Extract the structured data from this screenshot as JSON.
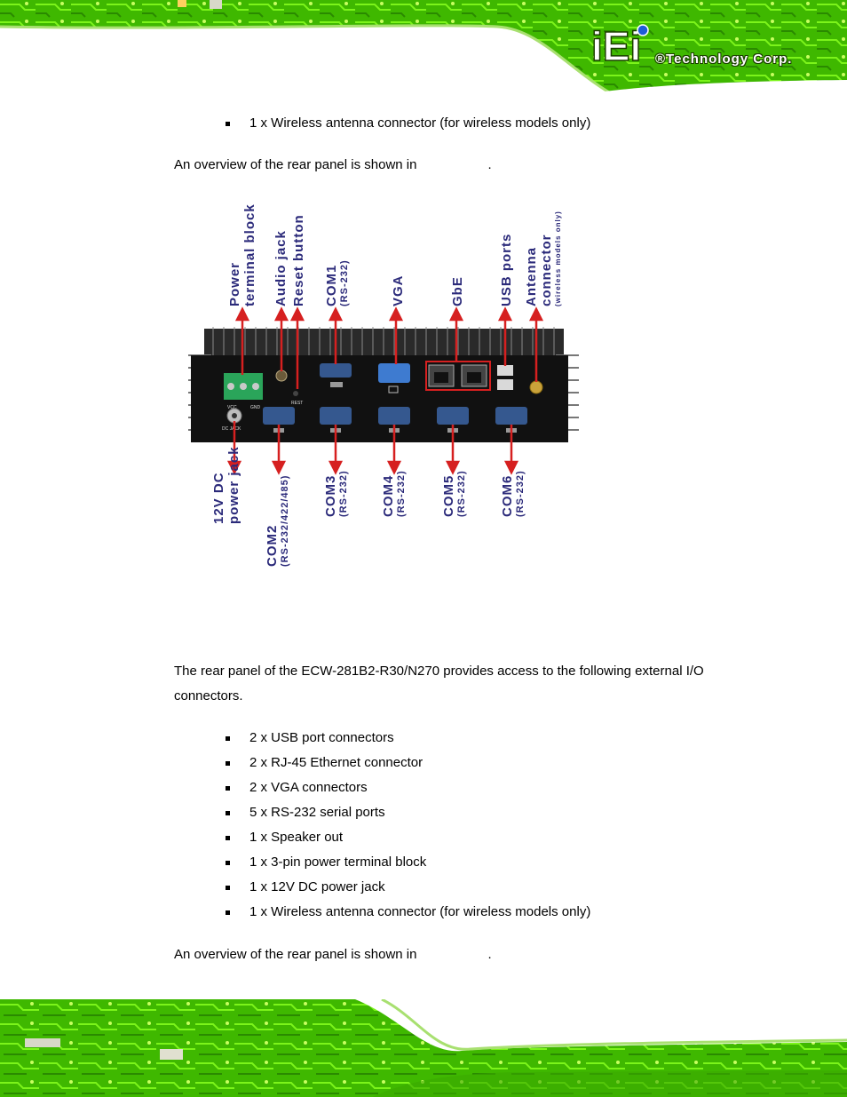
{
  "header": {
    "logo_text": "iEi",
    "company": "®Technology Corp."
  },
  "section1": {
    "bullets": [
      "1 x Wireless antenna connector (for wireless models only)"
    ],
    "overview": "An overview of the rear panel is shown in",
    "overview_end": "."
  },
  "figure": {
    "top_labels": [
      {
        "id": "power-terminal",
        "lines": [
          "Power",
          "terminal block"
        ]
      },
      {
        "id": "audio-jack",
        "lines": [
          "Audio jack"
        ]
      },
      {
        "id": "reset-button",
        "lines": [
          "Reset button"
        ]
      },
      {
        "id": "com1",
        "lines": [
          "COM1"
        ],
        "sub": "(RS-232)"
      },
      {
        "id": "vga",
        "lines": [
          "VGA"
        ]
      },
      {
        "id": "gbe",
        "lines": [
          "GbE"
        ]
      },
      {
        "id": "usb-ports",
        "lines": [
          "USB ports"
        ]
      },
      {
        "id": "antenna",
        "lines": [
          "Antenna",
          "connector"
        ],
        "sub": "(wireless models only)"
      }
    ],
    "bottom_labels": [
      {
        "id": "dc-jack",
        "lines": [
          "12V DC",
          "power jack"
        ]
      },
      {
        "id": "com2",
        "lines": [
          "COM2"
        ],
        "sub": "(RS-232/422/485)"
      },
      {
        "id": "com3",
        "lines": [
          "COM3"
        ],
        "sub": "(RS-232)"
      },
      {
        "id": "com4",
        "lines": [
          "COM4"
        ],
        "sub": "(RS-232)"
      },
      {
        "id": "com5",
        "lines": [
          "COM5"
        ],
        "sub": "(RS-232)"
      },
      {
        "id": "com6",
        "lines": [
          "COM6"
        ],
        "sub": "(RS-232)"
      }
    ],
    "device_text": {
      "vcc": "VCC",
      "gnd": "GND",
      "rest": "REST",
      "dc_jack": "DC JACK"
    }
  },
  "section2": {
    "intro": "The rear panel of the ECW-281B2-R30/N270 provides access to the following external I/O connectors.",
    "bullets": [
      "2 x USB port connectors",
      "2 x RJ-45 Ethernet connector",
      "2 x VGA connectors",
      "5 x RS-232 serial ports",
      "1 x Speaker out",
      "1 x 3-pin power terminal block",
      "1 x 12V DC power jack",
      "1 x Wireless antenna connector (for wireless models only)"
    ],
    "overview": "An overview of the rear panel is shown in",
    "overview_end": "."
  },
  "colors": {
    "pcb_green": "#4fcf00",
    "label_blue": "#2b2a7a",
    "arrow_red": "#d62020"
  }
}
